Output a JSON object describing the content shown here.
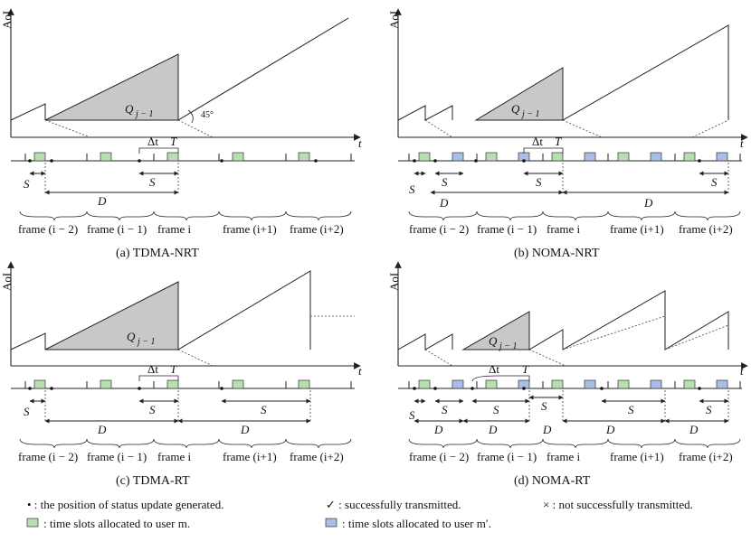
{
  "y_axis_label": "AoI",
  "x_axis_label": "t",
  "angle_label": "45°",
  "dt_label": "Δt",
  "T_label": "T",
  "panels": {
    "a": {
      "caption": "(a)  TDMA-NRT",
      "area_label": "Q",
      "frames": [
        "frame (i − 2)",
        "frame (i − 1)",
        "frame  i",
        "frame (i+1)",
        "frame (i+2)"
      ],
      "intervals": [
        "S",
        "D",
        "S"
      ]
    },
    "b": {
      "caption": "(b)  NOMA-NRT",
      "area_label": "Q",
      "frames": [
        "frame (i − 2)",
        "frame (i − 1)",
        "frame  i",
        "frame (i+1)",
        "frame (i+2)"
      ],
      "intervals": [
        "S",
        "S",
        "D",
        "S",
        "D",
        "S"
      ]
    },
    "c": {
      "caption": "(c)  TDMA-RT",
      "area_label": "Q",
      "frames": [
        "frame (i − 2)",
        "frame (i − 1)",
        "frame  i",
        "frame (i+1)",
        "frame (i+2)"
      ],
      "intervals": [
        "S",
        "D",
        "S",
        "D",
        "S"
      ]
    },
    "d": {
      "caption": "(d)  NOMA-RT",
      "area_label": "Q",
      "frames": [
        "frame (i − 2)",
        "frame (i − 1)",
        "frame  i",
        "frame (i+1)",
        "frame (i+2)"
      ],
      "intervals": [
        "S",
        "S",
        "S",
        "S",
        "S",
        "S",
        "D",
        "D",
        "D",
        "D",
        "D"
      ]
    }
  },
  "legend": {
    "dot": "• : the position of status update generated.",
    "green": ": time slots allocated to user m.",
    "check": "✓ : successfully transmitted.",
    "blue": ": time slots allocated to user m′.",
    "cross": "× : not successfully transmitted."
  },
  "colors": {
    "user_m": "#b7dfb0",
    "user_m_prime": "#a9bfe6",
    "area": "#c8c8c8"
  }
}
